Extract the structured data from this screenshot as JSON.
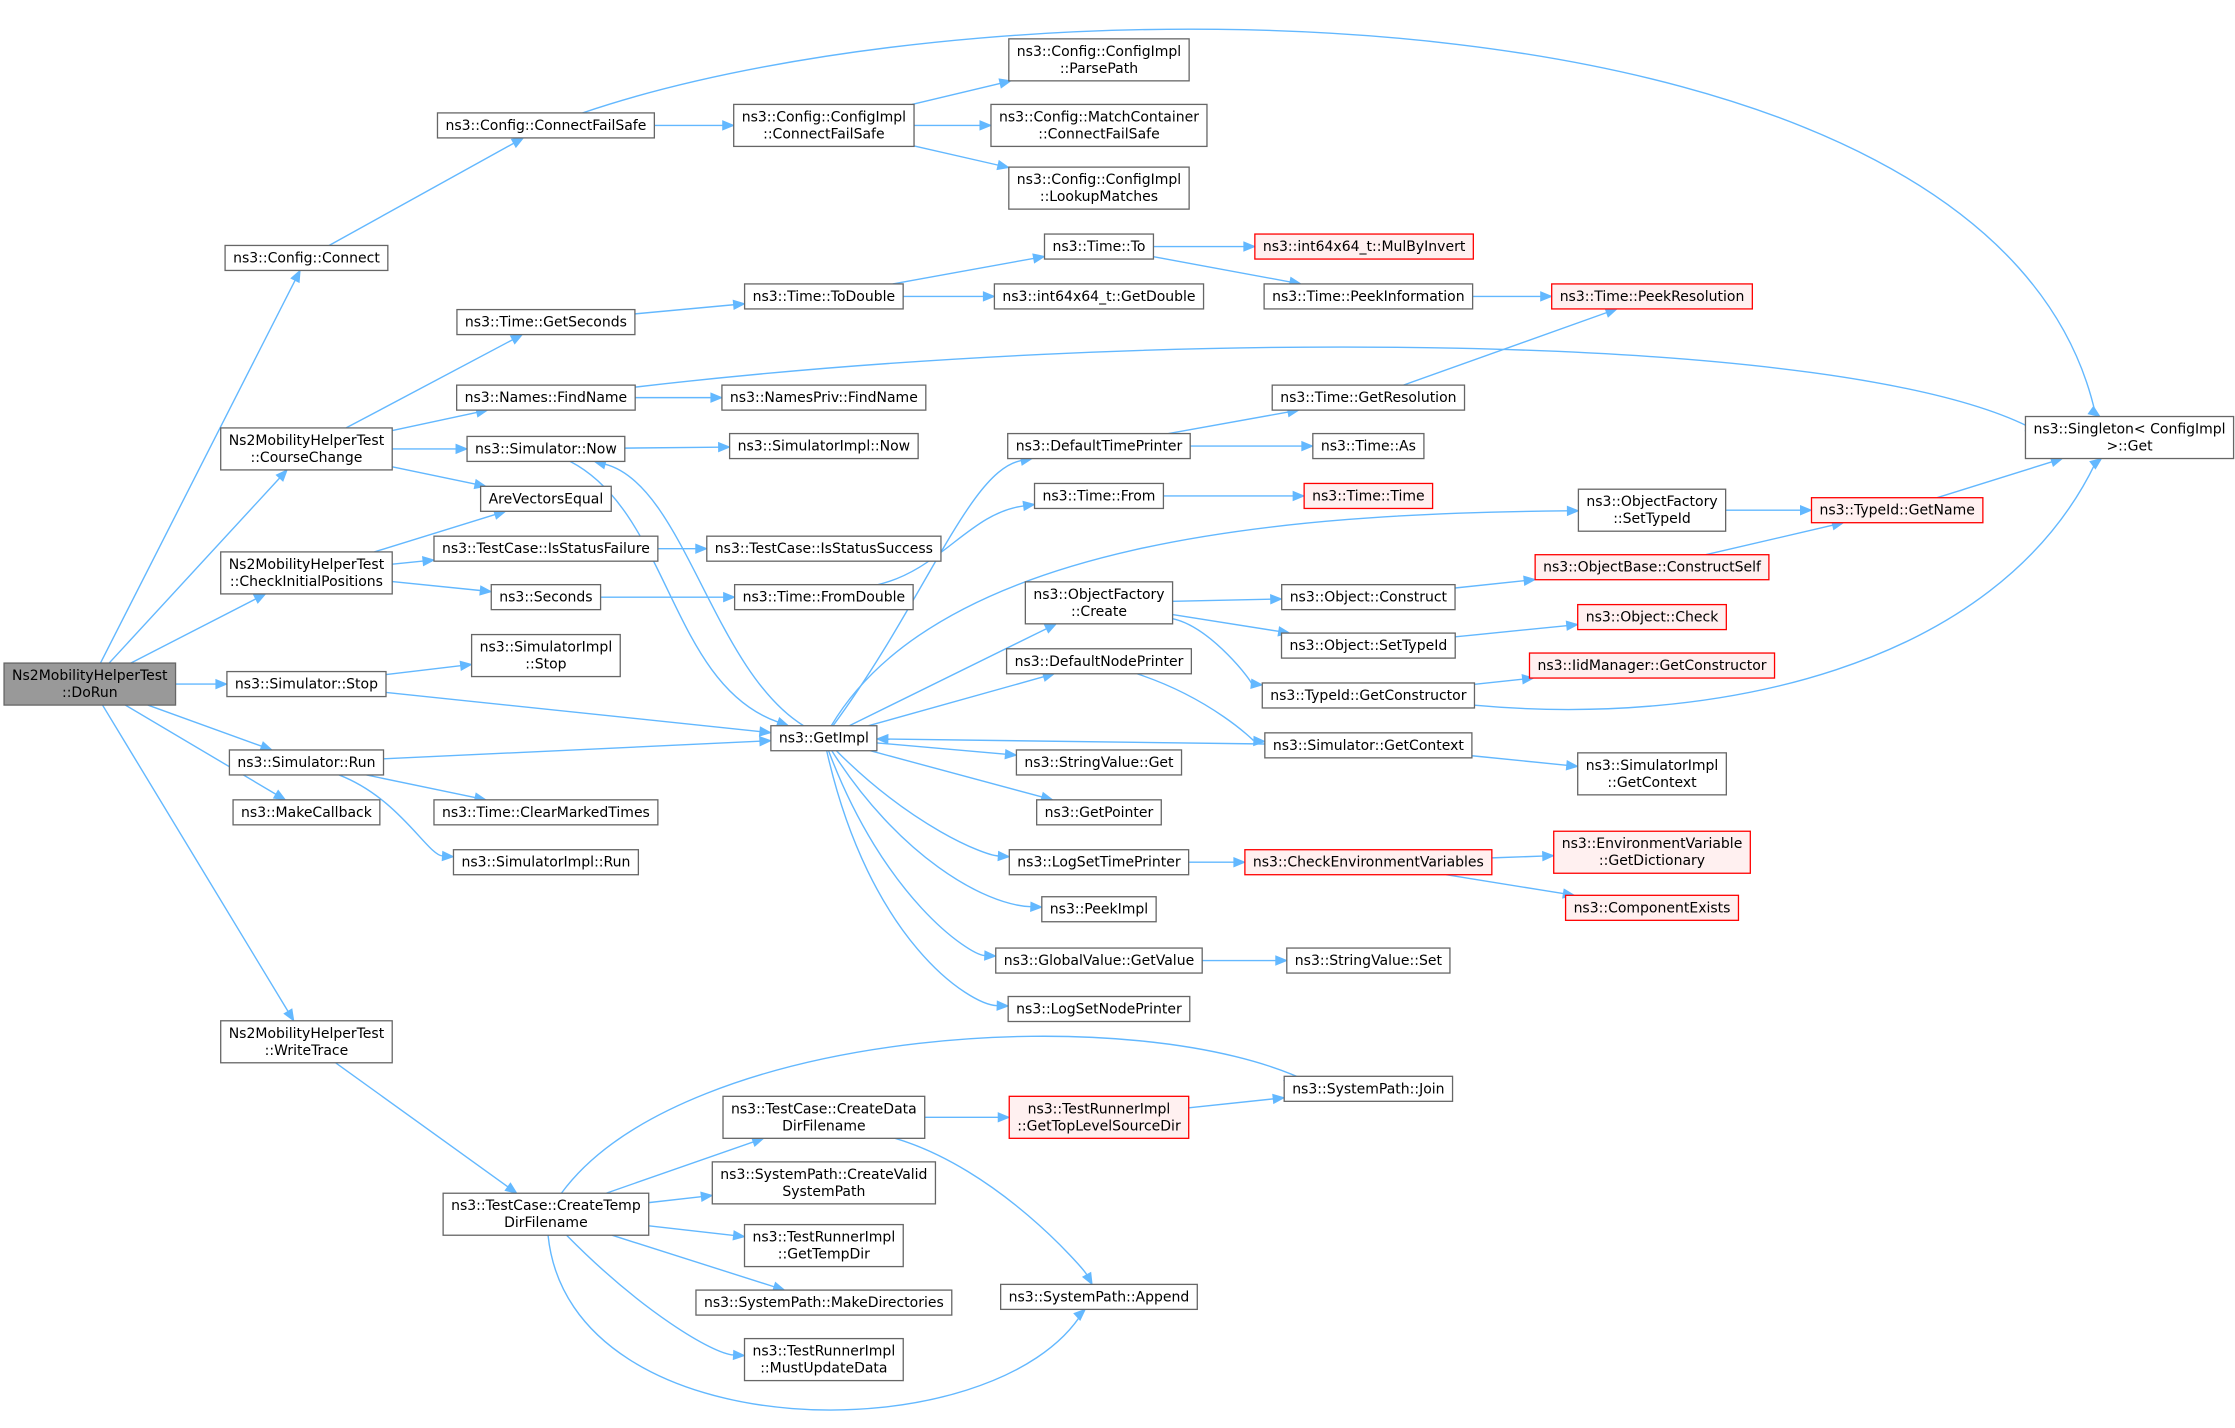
{
  "colors": {
    "edge": "#63b8ff",
    "node_border": "#666666",
    "root_fill": "#999999",
    "root_border": "#666666",
    "truncated_border": "#ff0000",
    "truncated_fill": "#fff0f0",
    "node_fill": "#ffffff"
  },
  "nodes": [
    {
      "id": "dorun",
      "lines": [
        "Ns2MobilityHelperTest",
        "::DoRun"
      ],
      "style": "root"
    },
    {
      "id": "connect",
      "lines": [
        "ns3::Config::Connect"
      ],
      "style": "normal"
    },
    {
      "id": "connectfailsafe",
      "lines": [
        "ns3::Config::ConnectFailSafe"
      ],
      "style": "normal"
    },
    {
      "id": "cimpl_connectfailsafe",
      "lines": [
        "ns3::Config::ConfigImpl",
        "::ConnectFailSafe"
      ],
      "style": "normal"
    },
    {
      "id": "parsepath",
      "lines": [
        "ns3::Config::ConfigImpl",
        "::ParsePath"
      ],
      "style": "normal"
    },
    {
      "id": "matchcontainer",
      "lines": [
        "ns3::Config::MatchContainer",
        "::ConnectFailSafe"
      ],
      "style": "normal"
    },
    {
      "id": "lookupmatches",
      "lines": [
        "ns3::Config::ConfigImpl",
        "::LookupMatches"
      ],
      "style": "normal"
    },
    {
      "id": "singleton_get",
      "lines": [
        "ns3::Singleton< ConfigImpl",
        " >::Get"
      ],
      "style": "normal"
    },
    {
      "id": "coursechange",
      "lines": [
        "Ns2MobilityHelperTest",
        "::CourseChange"
      ],
      "style": "normal"
    },
    {
      "id": "getseconds",
      "lines": [
        "ns3::Time::GetSeconds"
      ],
      "style": "normal"
    },
    {
      "id": "todouble",
      "lines": [
        "ns3::Time::ToDouble"
      ],
      "style": "normal"
    },
    {
      "id": "time_to",
      "lines": [
        "ns3::Time::To"
      ],
      "style": "normal"
    },
    {
      "id": "mulbyinvert",
      "lines": [
        "ns3::int64x64_t::MulByInvert"
      ],
      "style": "truncated"
    },
    {
      "id": "getdouble",
      "lines": [
        "ns3::int64x64_t::GetDouble"
      ],
      "style": "normal"
    },
    {
      "id": "peekinformation",
      "lines": [
        "ns3::Time::PeekInformation"
      ],
      "style": "normal"
    },
    {
      "id": "peekresolution",
      "lines": [
        "ns3::Time::PeekResolution"
      ],
      "style": "truncated"
    },
    {
      "id": "findname",
      "lines": [
        "ns3::Names::FindName"
      ],
      "style": "normal"
    },
    {
      "id": "namespriv_findname",
      "lines": [
        "ns3::NamesPriv::FindName"
      ],
      "style": "normal"
    },
    {
      "id": "getresolution",
      "lines": [
        "ns3::Time::GetResolution"
      ],
      "style": "normal"
    },
    {
      "id": "sim_now",
      "lines": [
        "ns3::Simulator::Now"
      ],
      "style": "normal"
    },
    {
      "id": "simimpl_now",
      "lines": [
        "ns3::SimulatorImpl::Now"
      ],
      "style": "normal"
    },
    {
      "id": "defaulttimeprinter",
      "lines": [
        "ns3::DefaultTimePrinter"
      ],
      "style": "normal"
    },
    {
      "id": "time_as",
      "lines": [
        "ns3::Time::As"
      ],
      "style": "normal"
    },
    {
      "id": "arevectorsequal",
      "lines": [
        "AreVectorsEqual"
      ],
      "style": "normal"
    },
    {
      "id": "time_from",
      "lines": [
        "ns3::Time::From"
      ],
      "style": "normal"
    },
    {
      "id": "time_time",
      "lines": [
        "ns3::Time::Time"
      ],
      "style": "truncated"
    },
    {
      "id": "checkinitial",
      "lines": [
        "Ns2MobilityHelperTest",
        "::CheckInitialPositions"
      ],
      "style": "normal"
    },
    {
      "id": "isstatusfailure",
      "lines": [
        "ns3::TestCase::IsStatusFailure"
      ],
      "style": "normal"
    },
    {
      "id": "isstatussuccess",
      "lines": [
        "ns3::TestCase::IsStatusSuccess"
      ],
      "style": "normal"
    },
    {
      "id": "of_settypeid",
      "lines": [
        "ns3::ObjectFactory",
        "::SetTypeId"
      ],
      "style": "normal"
    },
    {
      "id": "typeid_getname",
      "lines": [
        "ns3::TypeId::GetName"
      ],
      "style": "truncated"
    },
    {
      "id": "constructself",
      "lines": [
        "ns3::ObjectBase::ConstructSelf"
      ],
      "style": "truncated"
    },
    {
      "id": "seconds",
      "lines": [
        "ns3::Seconds"
      ],
      "style": "normal"
    },
    {
      "id": "fromdouble",
      "lines": [
        "ns3::Time::FromDouble"
      ],
      "style": "normal"
    },
    {
      "id": "of_create",
      "lines": [
        "ns3::ObjectFactory",
        "::Create"
      ],
      "style": "normal"
    },
    {
      "id": "obj_construct",
      "lines": [
        "ns3::Object::Construct"
      ],
      "style": "normal"
    },
    {
      "id": "obj_check",
      "lines": [
        "ns3::Object::Check"
      ],
      "style": "truncated"
    },
    {
      "id": "obj_settypeid",
      "lines": [
        "ns3::Object::SetTypeId"
      ],
      "style": "normal"
    },
    {
      "id": "sim_stop",
      "lines": [
        "ns3::Simulator::Stop"
      ],
      "style": "normal"
    },
    {
      "id": "simimpl_stop",
      "lines": [
        "ns3::SimulatorImpl",
        "::Stop"
      ],
      "style": "normal"
    },
    {
      "id": "defaultnodeprinter",
      "lines": [
        "ns3::DefaultNodePrinter"
      ],
      "style": "normal"
    },
    {
      "id": "iidmanager_getconstructor",
      "lines": [
        "ns3::IidManager::GetConstructor"
      ],
      "style": "truncated"
    },
    {
      "id": "typeid_getconstructor",
      "lines": [
        "ns3::TypeId::GetConstructor"
      ],
      "style": "normal"
    },
    {
      "id": "getimpl",
      "lines": [
        "ns3::GetImpl"
      ],
      "style": "normal"
    },
    {
      "id": "sim_getcontext",
      "lines": [
        "ns3::Simulator::GetContext"
      ],
      "style": "normal"
    },
    {
      "id": "simimpl_getcontext",
      "lines": [
        "ns3::SimulatorImpl",
        "::GetContext"
      ],
      "style": "normal"
    },
    {
      "id": "sim_run",
      "lines": [
        "ns3::Simulator::Run"
      ],
      "style": "normal"
    },
    {
      "id": "stringvalue_get",
      "lines": [
        "ns3::StringValue::Get"
      ],
      "style": "normal"
    },
    {
      "id": "makecallback",
      "lines": [
        "ns3::MakeCallback"
      ],
      "style": "normal"
    },
    {
      "id": "clearmarkedtimes",
      "lines": [
        "ns3::Time::ClearMarkedTimes"
      ],
      "style": "normal"
    },
    {
      "id": "getpointer",
      "lines": [
        "ns3::GetPointer"
      ],
      "style": "normal"
    },
    {
      "id": "envvar_getdictionary",
      "lines": [
        "ns3::EnvironmentVariable",
        "::GetDictionary"
      ],
      "style": "truncated"
    },
    {
      "id": "simimpl_run",
      "lines": [
        "ns3::SimulatorImpl::Run"
      ],
      "style": "normal"
    },
    {
      "id": "logsettimeprinter",
      "lines": [
        "ns3::LogSetTimePrinter"
      ],
      "style": "normal"
    },
    {
      "id": "checkenv",
      "lines": [
        "ns3::CheckEnvironmentVariables"
      ],
      "style": "truncated"
    },
    {
      "id": "componentexists",
      "lines": [
        "ns3::ComponentExists"
      ],
      "style": "truncated"
    },
    {
      "id": "peekimpl",
      "lines": [
        "ns3::PeekImpl"
      ],
      "style": "normal"
    },
    {
      "id": "globalvalue_getvalue",
      "lines": [
        "ns3::GlobalValue::GetValue"
      ],
      "style": "normal"
    },
    {
      "id": "stringvalue_set",
      "lines": [
        "ns3::StringValue::Set"
      ],
      "style": "normal"
    },
    {
      "id": "logsetnodeprinter",
      "lines": [
        "ns3::LogSetNodePrinter"
      ],
      "style": "normal"
    },
    {
      "id": "writetrace",
      "lines": [
        "Ns2MobilityHelperTest",
        "::WriteTrace"
      ],
      "style": "normal"
    },
    {
      "id": "systempath_join",
      "lines": [
        "ns3::SystemPath::Join"
      ],
      "style": "normal"
    },
    {
      "id": "createdatadirfilename",
      "lines": [
        "ns3::TestCase::CreateData",
        "DirFilename"
      ],
      "style": "normal"
    },
    {
      "id": "gettoplevelsourcedir",
      "lines": [
        "ns3::TestRunnerImpl",
        "::GetTopLevelSourceDir"
      ],
      "style": "truncated"
    },
    {
      "id": "createvalidsystempath",
      "lines": [
        "ns3::SystemPath::CreateValid",
        "SystemPath"
      ],
      "style": "normal"
    },
    {
      "id": "createtempdirfilename",
      "lines": [
        "ns3::TestCase::CreateTemp",
        "DirFilename"
      ],
      "style": "normal"
    },
    {
      "id": "gettempdir",
      "lines": [
        "ns3::TestRunnerImpl",
        "::GetTempDir"
      ],
      "style": "normal"
    },
    {
      "id": "makedirectories",
      "lines": [
        "ns3::SystemPath::MakeDirectories"
      ],
      "style": "normal"
    },
    {
      "id": "systempath_append",
      "lines": [
        "ns3::SystemPath::Append"
      ],
      "style": "normal"
    },
    {
      "id": "mustupdatedata",
      "lines": [
        "ns3::TestRunnerImpl",
        "::MustUpdateData"
      ],
      "style": "normal"
    }
  ],
  "edges": [
    [
      "dorun",
      "connect"
    ],
    [
      "dorun",
      "coursechange"
    ],
    [
      "dorun",
      "checkinitial"
    ],
    [
      "dorun",
      "sim_stop"
    ],
    [
      "dorun",
      "sim_run"
    ],
    [
      "dorun",
      "makecallback"
    ],
    [
      "dorun",
      "writetrace"
    ],
    [
      "connect",
      "connectfailsafe"
    ],
    [
      "connectfailsafe",
      "cimpl_connectfailsafe"
    ],
    [
      "connectfailsafe",
      "singleton_get"
    ],
    [
      "cimpl_connectfailsafe",
      "parsepath"
    ],
    [
      "cimpl_connectfailsafe",
      "matchcontainer"
    ],
    [
      "cimpl_connectfailsafe",
      "lookupmatches"
    ],
    [
      "coursechange",
      "getseconds"
    ],
    [
      "coursechange",
      "findname"
    ],
    [
      "coursechange",
      "sim_now"
    ],
    [
      "coursechange",
      "arevectorsequal"
    ],
    [
      "getseconds",
      "todouble"
    ],
    [
      "todouble",
      "time_to"
    ],
    [
      "todouble",
      "getdouble"
    ],
    [
      "time_to",
      "mulbyinvert"
    ],
    [
      "time_to",
      "peekinformation"
    ],
    [
      "peekinformation",
      "peekresolution"
    ],
    [
      "findname",
      "namespriv_findname"
    ],
    [
      "findname",
      "singleton_get"
    ],
    [
      "sim_now",
      "simimpl_now"
    ],
    [
      "sim_now",
      "getimpl"
    ],
    [
      "checkinitial",
      "arevectorsequal"
    ],
    [
      "checkinitial",
      "isstatusfailure"
    ],
    [
      "checkinitial",
      "seconds"
    ],
    [
      "isstatusfailure",
      "isstatussuccess"
    ],
    [
      "seconds",
      "fromdouble"
    ],
    [
      "sim_stop",
      "simimpl_stop"
    ],
    [
      "sim_stop",
      "getimpl"
    ],
    [
      "sim_run",
      "getimpl"
    ],
    [
      "sim_run",
      "clearmarkedtimes"
    ],
    [
      "sim_run",
      "simimpl_run"
    ],
    [
      "getimpl",
      "sim_now"
    ],
    [
      "getimpl",
      "defaulttimeprinter"
    ],
    [
      "getimpl",
      "of_settypeid"
    ],
    [
      "getimpl",
      "of_create"
    ],
    [
      "getimpl",
      "defaultnodeprinter"
    ],
    [
      "getimpl",
      "stringvalue_get"
    ],
    [
      "getimpl",
      "getpointer"
    ],
    [
      "getimpl",
      "logsettimeprinter"
    ],
    [
      "getimpl",
      "peekimpl"
    ],
    [
      "getimpl",
      "globalvalue_getvalue"
    ],
    [
      "getimpl",
      "logsetnodeprinter"
    ],
    [
      "defaulttimeprinter",
      "getresolution"
    ],
    [
      "defaulttimeprinter",
      "time_as"
    ],
    [
      "getresolution",
      "peekresolution"
    ],
    [
      "fromdouble",
      "time_from"
    ],
    [
      "time_from",
      "time_time"
    ],
    [
      "of_settypeid",
      "typeid_getname"
    ],
    [
      "typeid_getname",
      "singleton_get"
    ],
    [
      "constructself",
      "typeid_getname"
    ],
    [
      "of_create",
      "obj_construct"
    ],
    [
      "of_create",
      "obj_settypeid"
    ],
    [
      "of_create",
      "typeid_getconstructor"
    ],
    [
      "obj_construct",
      "constructself"
    ],
    [
      "obj_settypeid",
      "obj_check"
    ],
    [
      "typeid_getconstructor",
      "iidmanager_getconstructor"
    ],
    [
      "typeid_getconstructor",
      "singleton_get"
    ],
    [
      "defaultnodeprinter",
      "sim_getcontext"
    ],
    [
      "sim_getcontext",
      "getimpl"
    ],
    [
      "sim_getcontext",
      "simimpl_getcontext"
    ],
    [
      "logsettimeprinter",
      "checkenv"
    ],
    [
      "checkenv",
      "envvar_getdictionary"
    ],
    [
      "checkenv",
      "componentexists"
    ],
    [
      "globalvalue_getvalue",
      "stringvalue_set"
    ],
    [
      "writetrace",
      "createtempdirfilename"
    ],
    [
      "createtempdirfilename",
      "systempath_join"
    ],
    [
      "createtempdirfilename",
      "createdatadirfilename"
    ],
    [
      "createtempdirfilename",
      "createvalidsystempath"
    ],
    [
      "createtempdirfilename",
      "gettempdir"
    ],
    [
      "createtempdirfilename",
      "makedirectories"
    ],
    [
      "createtempdirfilename",
      "mustupdatedata"
    ],
    [
      "createtempdirfilename",
      "systempath_append"
    ],
    [
      "createdatadirfilename",
      "gettoplevelsourcedir"
    ],
    [
      "createdatadirfilename",
      "systempath_append"
    ],
    [
      "gettoplevelsourcedir",
      "systempath_join"
    ]
  ]
}
